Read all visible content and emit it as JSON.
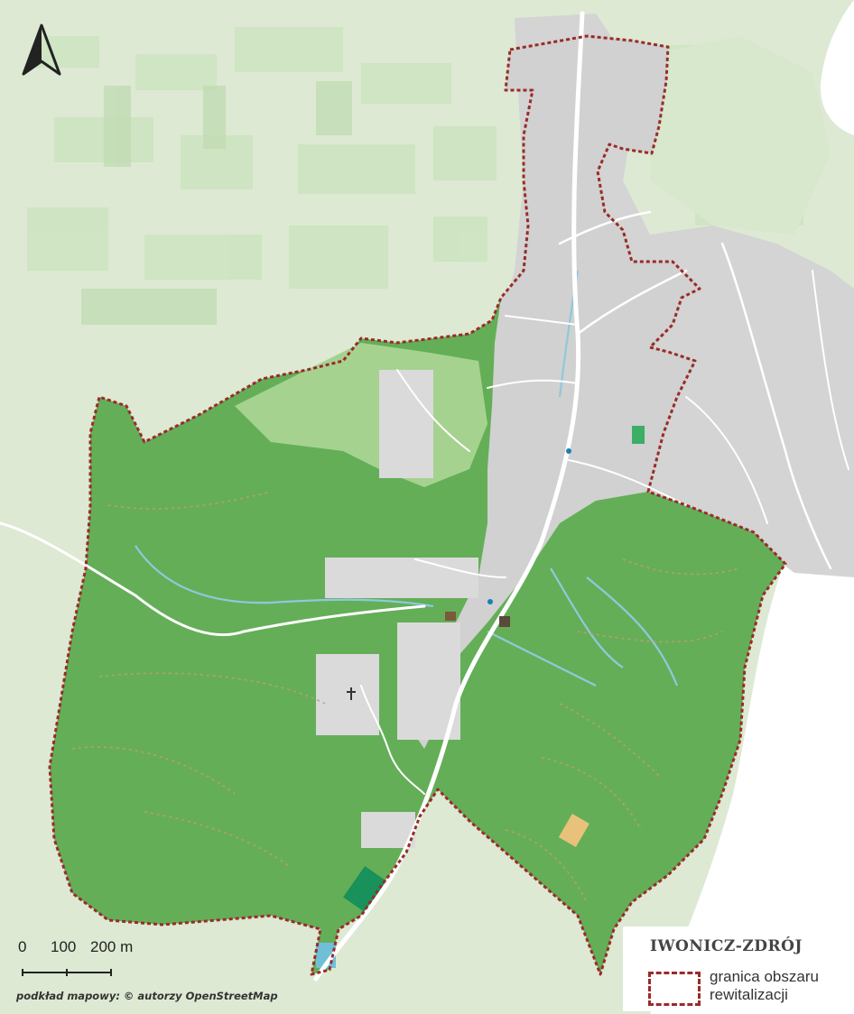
{
  "map": {
    "north_symbol": "north-arrow",
    "colors": {
      "background_forest": "#dfead5",
      "rural_fields": "#cfe3c3",
      "town_builtup": "#d2d3d2",
      "forest_in_area": "#62ae58",
      "boundary": "#9b2a2a",
      "water": "#8ec9dc",
      "roads": "#ffffff"
    }
  },
  "scale_bar": {
    "labels": [
      "0",
      "100",
      "200 m"
    ]
  },
  "attribution": "podkład mapowy: © autorzy OpenStreetMap",
  "legend": {
    "title": "IWONICZ-ZDRÓJ",
    "boundary_label_line1": "granica obszaru",
    "boundary_label_line2": "rewitalizacji"
  }
}
